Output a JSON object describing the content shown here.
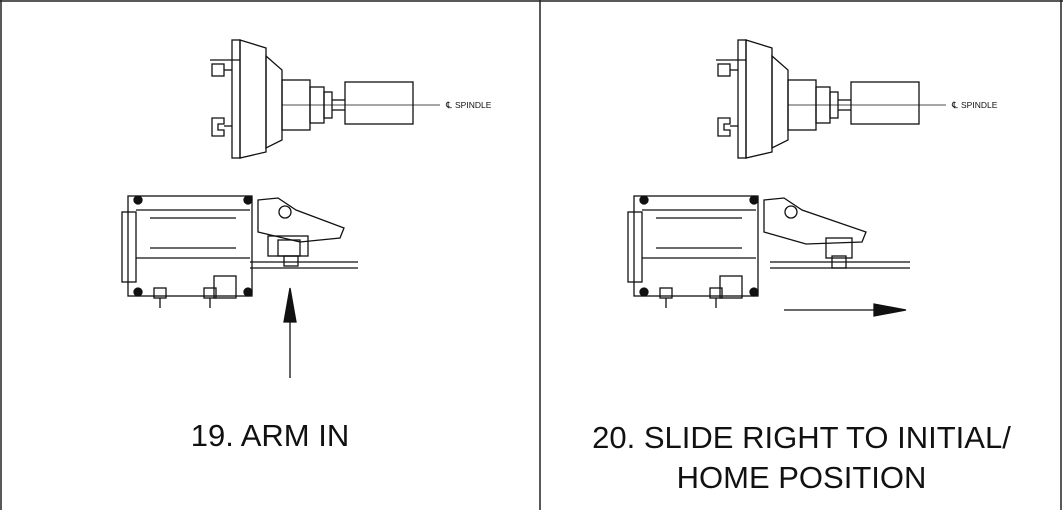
{
  "panels": [
    {
      "step_caption": "19. ARM IN",
      "spindle_label": "SPINDLE",
      "centerline_symbol": "℄"
    },
    {
      "step_caption_line1": "20. SLIDE RIGHT TO INITIAL/",
      "step_caption_line2": "HOME POSITION",
      "spindle_label": "SPINDLE",
      "centerline_symbol": "℄"
    }
  ]
}
